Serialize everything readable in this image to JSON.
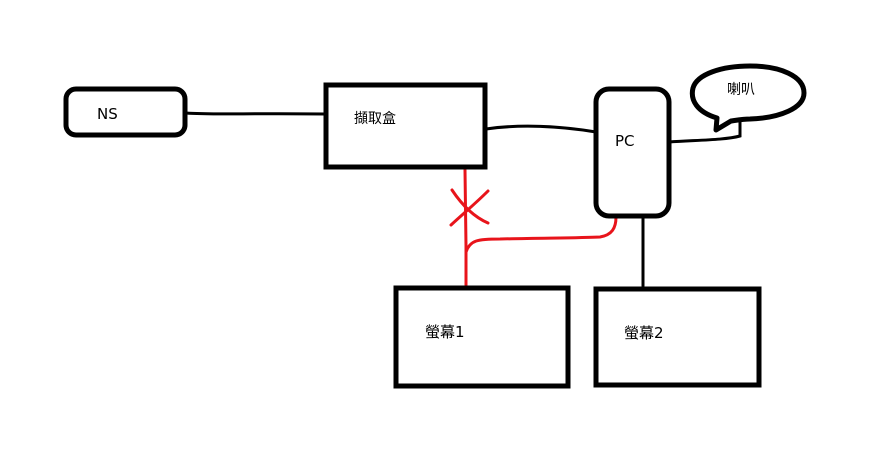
{
  "nodes": {
    "ns": {
      "label": "NS"
    },
    "capture_box": {
      "label": "擷取盒"
    },
    "pc": {
      "label": "PC"
    },
    "speaker": {
      "label": "喇叭"
    },
    "monitor1": {
      "label": "螢幕1"
    },
    "monitor2": {
      "label": "螢幕2"
    }
  },
  "colors": {
    "line": "#000000",
    "blocked_connection": "#e8141b",
    "background": "#ffffff"
  }
}
